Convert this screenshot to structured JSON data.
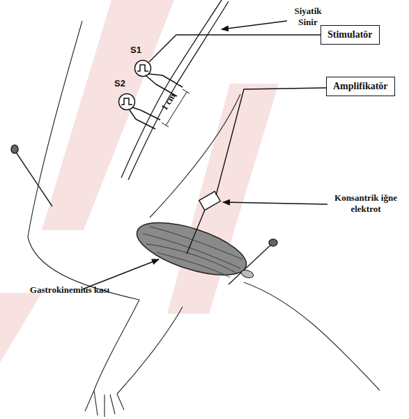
{
  "diagram": {
    "nodes": [
      {
        "text": [
          "Stimulatör"
        ]
      },
      {
        "text": [
          "S1"
        ]
      },
      {
        "text": [
          "S2"
        ]
      },
      {
        "text": [
          "Amplifikatör"
        ]
      }
    ],
    "edges": [
      {
        "from": 1,
        "to": 0,
        "arrow": "none"
      }
    ],
    "labels": [
      "Siyatik Sinir",
      "1 cm",
      "Konsantrik iğne elektrot",
      "Gastrokinemius kası"
    ]
  }
}
